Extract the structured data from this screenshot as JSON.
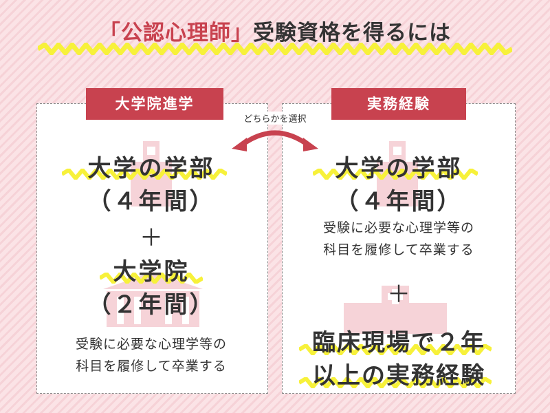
{
  "title": {
    "accent": "「公認心理師」",
    "rest": "受験資格を得るには"
  },
  "left": {
    "tag": "大学院進学",
    "line1": "大学の学部",
    "line2": "（４年間）",
    "plus": "＋",
    "line3": "大学院",
    "line4": "（２年間）",
    "note1": "受験に必要な心理学等の",
    "note2": "科目を履修して卒業する"
  },
  "right": {
    "tag": "実務経験",
    "line1": "大学の学部",
    "line2": "（４年間）",
    "note1": "受験に必要な心理学等の",
    "note2": "科目を履修して卒業する",
    "plus": "＋",
    "line3": "臨床現場で２年",
    "line4": "以上の実務経験"
  },
  "arrow_label": "どちらかを選択",
  "colors": {
    "accent": "#c8424f",
    "highlight": "#f7f13a",
    "background": "#fbe3e6",
    "icon": "#f6d3d8"
  },
  "icons": {
    "left_top": "building-icon",
    "left_bottom": "graduation-building-icon",
    "right_top": "building-icon",
    "right_bottom": "hospital-icon"
  }
}
